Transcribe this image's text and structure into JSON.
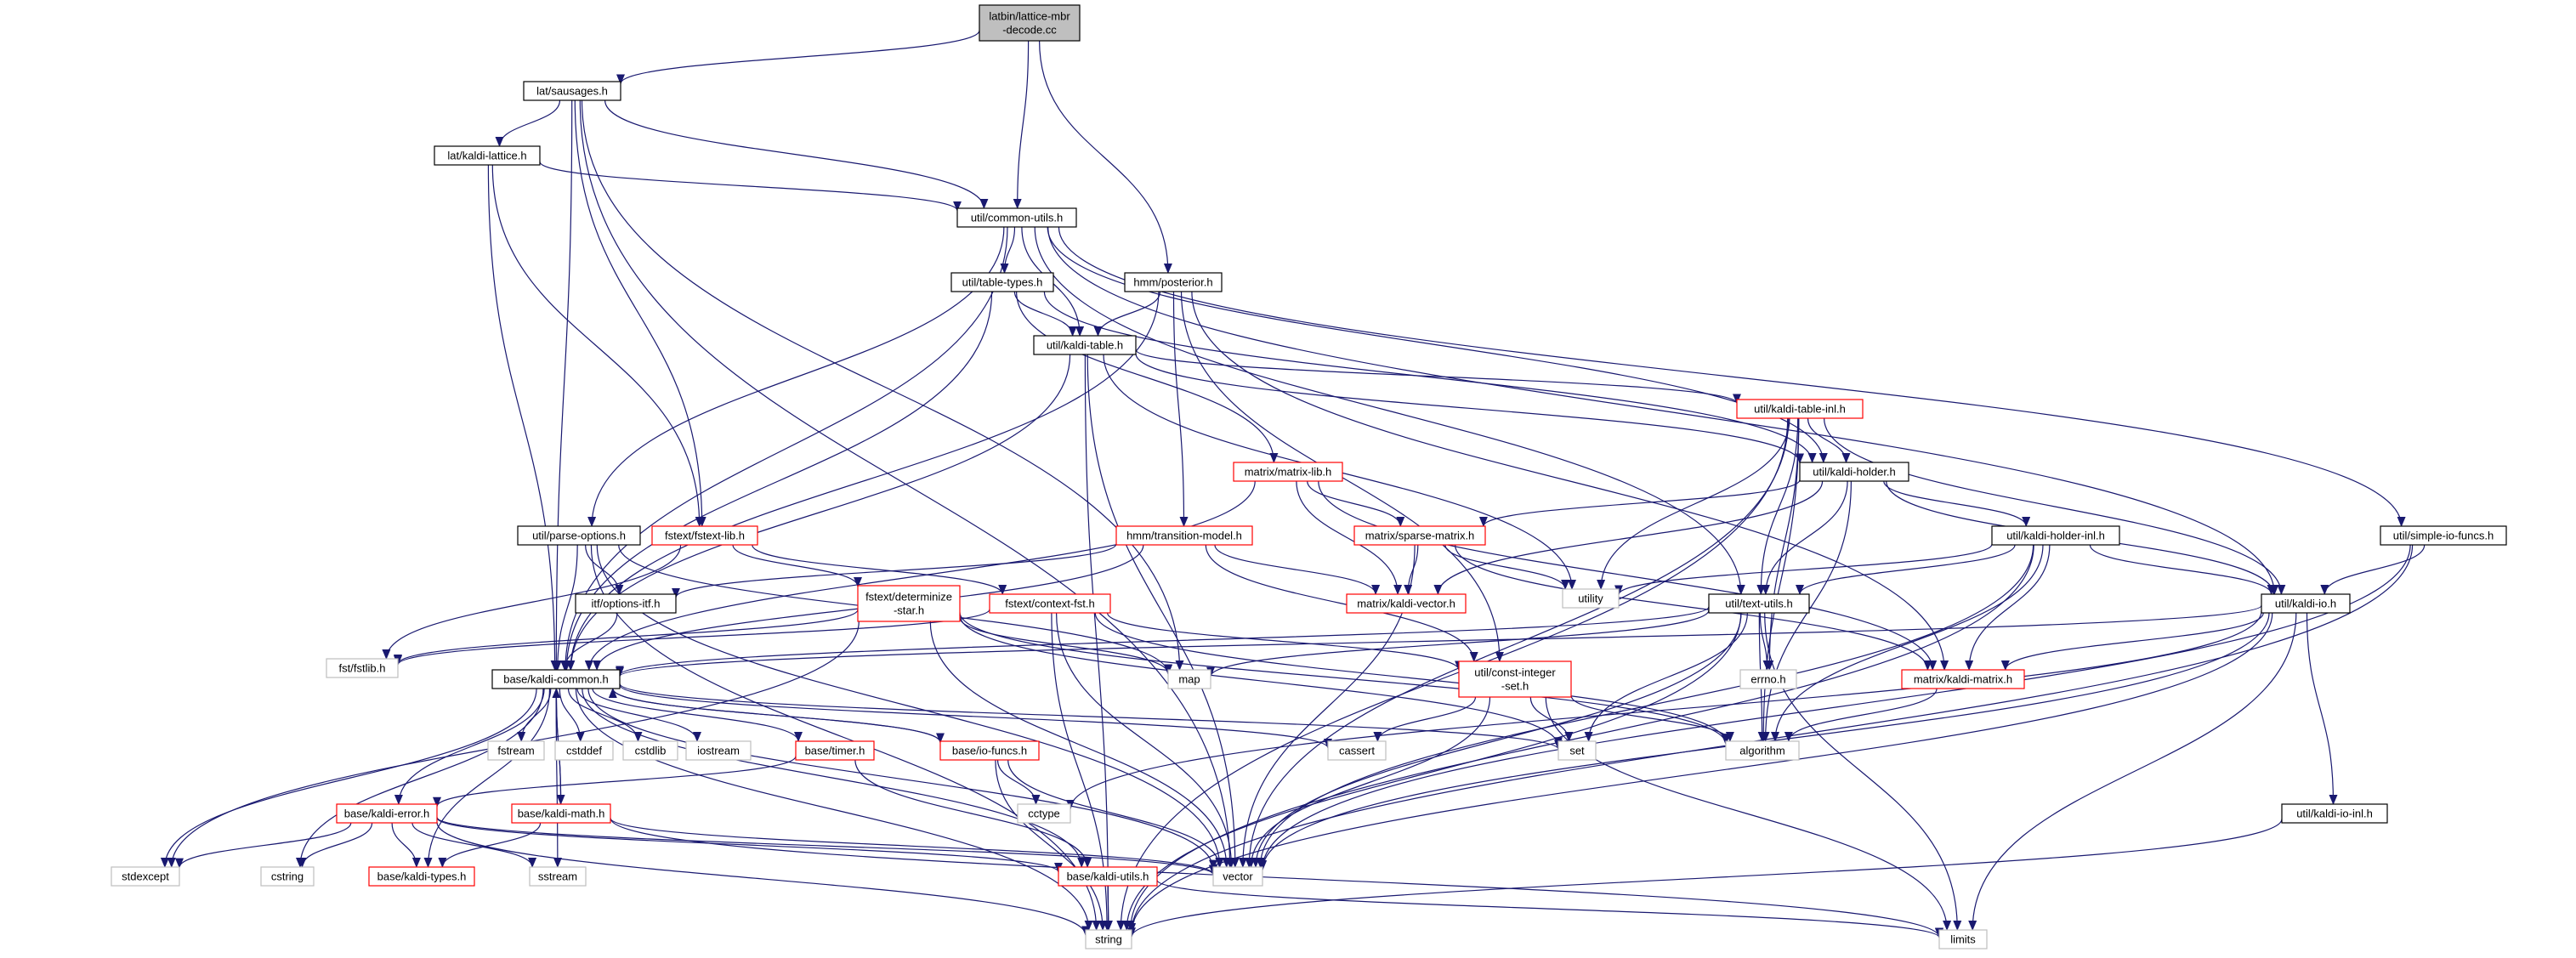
{
  "diagram": {
    "kind": "include-dependency-graph",
    "colors": {
      "edge": "#191970",
      "root_fill": "#bfbfbf",
      "root_border": "#000000",
      "node_border": "#000000",
      "leaf_border": "#bfbfbf",
      "truncated_border": "#ff0000"
    },
    "nodes": [
      {
        "id": "root",
        "lines": [
          "latbin/lattice-mbr",
          "-decode.cc"
        ],
        "style": "root"
      },
      {
        "id": "sausages",
        "lines": [
          "lat/sausages.h"
        ],
        "style": "normal"
      },
      {
        "id": "kaldilattice",
        "lines": [
          "lat/kaldi-lattice.h"
        ],
        "style": "normal"
      },
      {
        "id": "commonutils",
        "lines": [
          "util/common-utils.h"
        ],
        "style": "normal"
      },
      {
        "id": "posterior",
        "lines": [
          "hmm/posterior.h"
        ],
        "style": "normal"
      },
      {
        "id": "tabletypes",
        "lines": [
          "util/table-types.h"
        ],
        "style": "normal"
      },
      {
        "id": "kalditable",
        "lines": [
          "util/kaldi-table.h"
        ],
        "style": "normal"
      },
      {
        "id": "kalditableinl",
        "lines": [
          "util/kaldi-table-inl.h"
        ],
        "style": "truncated"
      },
      {
        "id": "kaldiholder",
        "lines": [
          "util/kaldi-holder.h"
        ],
        "style": "normal"
      },
      {
        "id": "matrixlib",
        "lines": [
          "matrix/matrix-lib.h"
        ],
        "style": "truncated"
      },
      {
        "id": "simpleio",
        "lines": [
          "util/simple-io-funcs.h"
        ],
        "style": "normal"
      },
      {
        "id": "parseoptions",
        "lines": [
          "util/parse-options.h"
        ],
        "style": "normal"
      },
      {
        "id": "fstextlib",
        "lines": [
          "fstext/fstext-lib.h"
        ],
        "style": "truncated"
      },
      {
        "id": "transition",
        "lines": [
          "hmm/transition-model.h"
        ],
        "style": "truncated"
      },
      {
        "id": "sparse",
        "lines": [
          "matrix/sparse-matrix.h"
        ],
        "style": "truncated"
      },
      {
        "id": "holderinl",
        "lines": [
          "util/kaldi-holder-inl.h"
        ],
        "style": "normal"
      },
      {
        "id": "optionsitf",
        "lines": [
          "itf/options-itf.h"
        ],
        "style": "normal"
      },
      {
        "id": "determinize",
        "lines": [
          "fstext/determinize",
          "-star.h"
        ],
        "style": "truncated"
      },
      {
        "id": "contextfst",
        "lines": [
          "fstext/context-fst.h"
        ],
        "style": "truncated"
      },
      {
        "id": "kaldivector",
        "lines": [
          "matrix/kaldi-vector.h"
        ],
        "style": "truncated"
      },
      {
        "id": "textutils",
        "lines": [
          "util/text-utils.h"
        ],
        "style": "normal"
      },
      {
        "id": "kaldiio",
        "lines": [
          "util/kaldi-io.h"
        ],
        "style": "normal"
      },
      {
        "id": "fstlib",
        "lines": [
          "fst/fstlib.h"
        ],
        "style": "leaf"
      },
      {
        "id": "kaldicommon",
        "lines": [
          "base/kaldi-common.h"
        ],
        "style": "normal"
      },
      {
        "id": "map",
        "lines": [
          "map"
        ],
        "style": "leaf"
      },
      {
        "id": "constint",
        "lines": [
          "util/const-integer",
          "-set.h"
        ],
        "style": "truncated"
      },
      {
        "id": "errno",
        "lines": [
          "errno.h"
        ],
        "style": "leaf"
      },
      {
        "id": "kaldimatrix",
        "lines": [
          "matrix/kaldi-matrix.h"
        ],
        "style": "truncated"
      },
      {
        "id": "utility",
        "lines": [
          "utility"
        ],
        "style": "leaf"
      },
      {
        "id": "fstream",
        "lines": [
          "fstream"
        ],
        "style": "leaf"
      },
      {
        "id": "cstddef",
        "lines": [
          "cstddef"
        ],
        "style": "leaf"
      },
      {
        "id": "cstdlib",
        "lines": [
          "cstdlib"
        ],
        "style": "leaf"
      },
      {
        "id": "iostream",
        "lines": [
          "iostream"
        ],
        "style": "leaf"
      },
      {
        "id": "timer",
        "lines": [
          "base/timer.h"
        ],
        "style": "truncated"
      },
      {
        "id": "iofuncs",
        "lines": [
          "base/io-funcs.h"
        ],
        "style": "truncated"
      },
      {
        "id": "cassert",
        "lines": [
          "cassert"
        ],
        "style": "leaf"
      },
      {
        "id": "set",
        "lines": [
          "set"
        ],
        "style": "leaf"
      },
      {
        "id": "algorithm",
        "lines": [
          "algorithm"
        ],
        "style": "leaf"
      },
      {
        "id": "cctype",
        "lines": [
          "cctype"
        ],
        "style": "leaf"
      },
      {
        "id": "kaldierror",
        "lines": [
          "base/kaldi-error.h"
        ],
        "style": "truncated"
      },
      {
        "id": "kaldimath",
        "lines": [
          "base/kaldi-math.h"
        ],
        "style": "truncated"
      },
      {
        "id": "kaldiioinl",
        "lines": [
          "util/kaldi-io-inl.h"
        ],
        "style": "normal"
      },
      {
        "id": "stdexcept",
        "lines": [
          "stdexcept"
        ],
        "style": "leaf"
      },
      {
        "id": "cstring",
        "lines": [
          "cstring"
        ],
        "style": "leaf"
      },
      {
        "id": "kalditypes",
        "lines": [
          "base/kaldi-types.h"
        ],
        "style": "truncated"
      },
      {
        "id": "sstream",
        "lines": [
          "sstream"
        ],
        "style": "leaf"
      },
      {
        "id": "vector",
        "lines": [
          "vector"
        ],
        "style": "leaf"
      },
      {
        "id": "kaldiutils",
        "lines": [
          "base/kaldi-utils.h"
        ],
        "style": "truncated"
      },
      {
        "id": "string",
        "lines": [
          "string"
        ],
        "style": "leaf"
      },
      {
        "id": "limits",
        "lines": [
          "limits"
        ],
        "style": "leaf"
      }
    ],
    "edges": [
      [
        "root",
        "sausages"
      ],
      [
        "root",
        "commonutils"
      ],
      [
        "root",
        "posterior"
      ],
      [
        "sausages",
        "kaldilattice"
      ],
      [
        "sausages",
        "commonutils"
      ],
      [
        "sausages",
        "fstextlib"
      ],
      [
        "sausages",
        "kaldicommon"
      ],
      [
        "sausages",
        "map"
      ],
      [
        "sausages",
        "vector"
      ],
      [
        "kaldilattice",
        "commonutils"
      ],
      [
        "kaldilattice",
        "fstextlib"
      ],
      [
        "kaldilattice",
        "kaldicommon"
      ],
      [
        "commonutils",
        "tabletypes"
      ],
      [
        "commonutils",
        "kalditable"
      ],
      [
        "commonutils",
        "kaldiholder"
      ],
      [
        "commonutils",
        "parseoptions"
      ],
      [
        "commonutils",
        "kaldicommon"
      ],
      [
        "commonutils",
        "simpleio"
      ],
      [
        "commonutils",
        "kaldiio"
      ],
      [
        "commonutils",
        "textutils"
      ],
      [
        "posterior",
        "kalditable"
      ],
      [
        "posterior",
        "transition"
      ],
      [
        "posterior",
        "kaldicommon"
      ],
      [
        "posterior",
        "kaldimatrix"
      ],
      [
        "posterior",
        "constint"
      ],
      [
        "tabletypes",
        "kalditable"
      ],
      [
        "tabletypes",
        "kaldicommon"
      ],
      [
        "tabletypes",
        "kaldiholder"
      ],
      [
        "tabletypes",
        "matrixlib"
      ],
      [
        "kalditable",
        "kalditableinl"
      ],
      [
        "kalditable",
        "kaldiholder"
      ],
      [
        "kalditable",
        "kaldicommon"
      ],
      [
        "kalditable",
        "string"
      ],
      [
        "kalditable",
        "vector"
      ],
      [
        "kalditable",
        "utility"
      ],
      [
        "kalditableinl",
        "kaldiholder"
      ],
      [
        "kalditableinl",
        "textutils"
      ],
      [
        "kalditableinl",
        "kaldiio"
      ],
      [
        "kalditableinl",
        "algorithm"
      ],
      [
        "kalditableinl",
        "errno"
      ],
      [
        "kalditableinl",
        "string"
      ],
      [
        "kalditableinl",
        "vector"
      ],
      [
        "kalditableinl",
        "utility"
      ],
      [
        "kaldiholder",
        "holderinl"
      ],
      [
        "kaldiholder",
        "kaldiio"
      ],
      [
        "kaldiholder",
        "textutils"
      ],
      [
        "kaldiholder",
        "algorithm"
      ],
      [
        "kaldiholder",
        "sparse"
      ],
      [
        "kaldiholder",
        "kaldivector"
      ],
      [
        "matrixlib",
        "sparse"
      ],
      [
        "matrixlib",
        "kaldivector"
      ],
      [
        "matrixlib",
        "kaldimatrix"
      ],
      [
        "matrixlib",
        "kaldicommon"
      ],
      [
        "simpleio",
        "kaldiio"
      ],
      [
        "simpleio",
        "string"
      ],
      [
        "simpleio",
        "vector"
      ],
      [
        "parseoptions",
        "optionsitf"
      ],
      [
        "parseoptions",
        "map"
      ],
      [
        "parseoptions",
        "string"
      ],
      [
        "parseoptions",
        "kaldicommon"
      ],
      [
        "parseoptions",
        "vector"
      ],
      [
        "fstextlib",
        "fstlib"
      ],
      [
        "fstextlib",
        "determinize"
      ],
      [
        "fstextlib",
        "contextfst"
      ],
      [
        "transition",
        "kaldivector"
      ],
      [
        "transition",
        "optionsitf"
      ],
      [
        "transition",
        "kaldicommon"
      ],
      [
        "transition",
        "constint"
      ],
      [
        "sparse",
        "kaldivector"
      ],
      [
        "sparse",
        "kaldimatrix"
      ],
      [
        "sparse",
        "utility"
      ],
      [
        "sparse",
        "vector"
      ],
      [
        "holderinl",
        "kaldiio"
      ],
      [
        "holderinl",
        "textutils"
      ],
      [
        "holderinl",
        "kaldimatrix"
      ],
      [
        "holderinl",
        "algorithm"
      ],
      [
        "holderinl",
        "utility"
      ],
      [
        "holderinl",
        "vector"
      ],
      [
        "holderinl",
        "string"
      ],
      [
        "optionsitf",
        "kaldicommon"
      ],
      [
        "determinize",
        "fstlib"
      ],
      [
        "determinize",
        "algorithm"
      ],
      [
        "determinize",
        "map"
      ],
      [
        "determinize",
        "set"
      ],
      [
        "determinize",
        "vector"
      ],
      [
        "determinize",
        "stdexcept"
      ],
      [
        "contextfst",
        "fstlib"
      ],
      [
        "contextfst",
        "constint"
      ],
      [
        "contextfst",
        "algorithm"
      ],
      [
        "contextfst",
        "vector"
      ],
      [
        "contextfst",
        "string"
      ],
      [
        "textutils",
        "kaldicommon"
      ],
      [
        "textutils",
        "errno"
      ],
      [
        "textutils",
        "algorithm"
      ],
      [
        "textutils",
        "limits"
      ],
      [
        "textutils",
        "set"
      ],
      [
        "textutils",
        "string"
      ],
      [
        "textutils",
        "vector"
      ],
      [
        "textutils",
        "map"
      ],
      [
        "kaldiio",
        "kaldicommon"
      ],
      [
        "kaldiio",
        "kaldimatrix"
      ],
      [
        "kaldiio",
        "kaldiioinl"
      ],
      [
        "kaldiio",
        "cctype"
      ],
      [
        "kaldiio",
        "string"
      ],
      [
        "kaldiio",
        "vector"
      ],
      [
        "kaldiio",
        "limits"
      ],
      [
        "kaldimatrix",
        "algorithm"
      ],
      [
        "constint",
        "set"
      ],
      [
        "constint",
        "algorithm"
      ],
      [
        "constint",
        "cassert"
      ],
      [
        "constint",
        "limits"
      ],
      [
        "constint",
        "vector"
      ],
      [
        "kaldicommon",
        "fstream"
      ],
      [
        "kaldicommon",
        "cstddef"
      ],
      [
        "kaldicommon",
        "cstdlib"
      ],
      [
        "kaldicommon",
        "iostream"
      ],
      [
        "kaldicommon",
        "timer"
      ],
      [
        "kaldicommon",
        "iofuncs"
      ],
      [
        "kaldicommon",
        "cassert"
      ],
      [
        "kaldicommon",
        "kaldierror"
      ],
      [
        "kaldicommon",
        "kaldimath"
      ],
      [
        "kaldicommon",
        "kalditypes"
      ],
      [
        "kaldicommon",
        "kaldiutils"
      ],
      [
        "kaldicommon",
        "stdexcept"
      ],
      [
        "kaldicommon",
        "cstring"
      ],
      [
        "kaldicommon",
        "sstream"
      ],
      [
        "kaldicommon",
        "string"
      ],
      [
        "kaldicommon",
        "vector"
      ],
      [
        "kaldicommon",
        "set"
      ],
      [
        "timer",
        "kaldierror"
      ],
      [
        "timer",
        "kaldiutils"
      ],
      [
        "iofuncs",
        "kaldicommon"
      ],
      [
        "iofuncs",
        "cctype"
      ],
      [
        "iofuncs",
        "string"
      ],
      [
        "iofuncs",
        "vector"
      ],
      [
        "kaldierror",
        "stdexcept"
      ],
      [
        "kaldierror",
        "cstring"
      ],
      [
        "kaldierror",
        "kalditypes"
      ],
      [
        "kaldierror",
        "sstream"
      ],
      [
        "kaldierror",
        "string"
      ],
      [
        "kaldierror",
        "vector"
      ],
      [
        "kaldierror",
        "kaldiutils"
      ],
      [
        "kaldimath",
        "kaldicommon"
      ],
      [
        "kaldimath",
        "kalditypes"
      ],
      [
        "kaldimath",
        "vector"
      ],
      [
        "kaldimath",
        "limits"
      ],
      [
        "kaldiioinl",
        "string"
      ],
      [
        "kaldiutils",
        "string"
      ],
      [
        "kaldiutils",
        "limits"
      ]
    ]
  }
}
